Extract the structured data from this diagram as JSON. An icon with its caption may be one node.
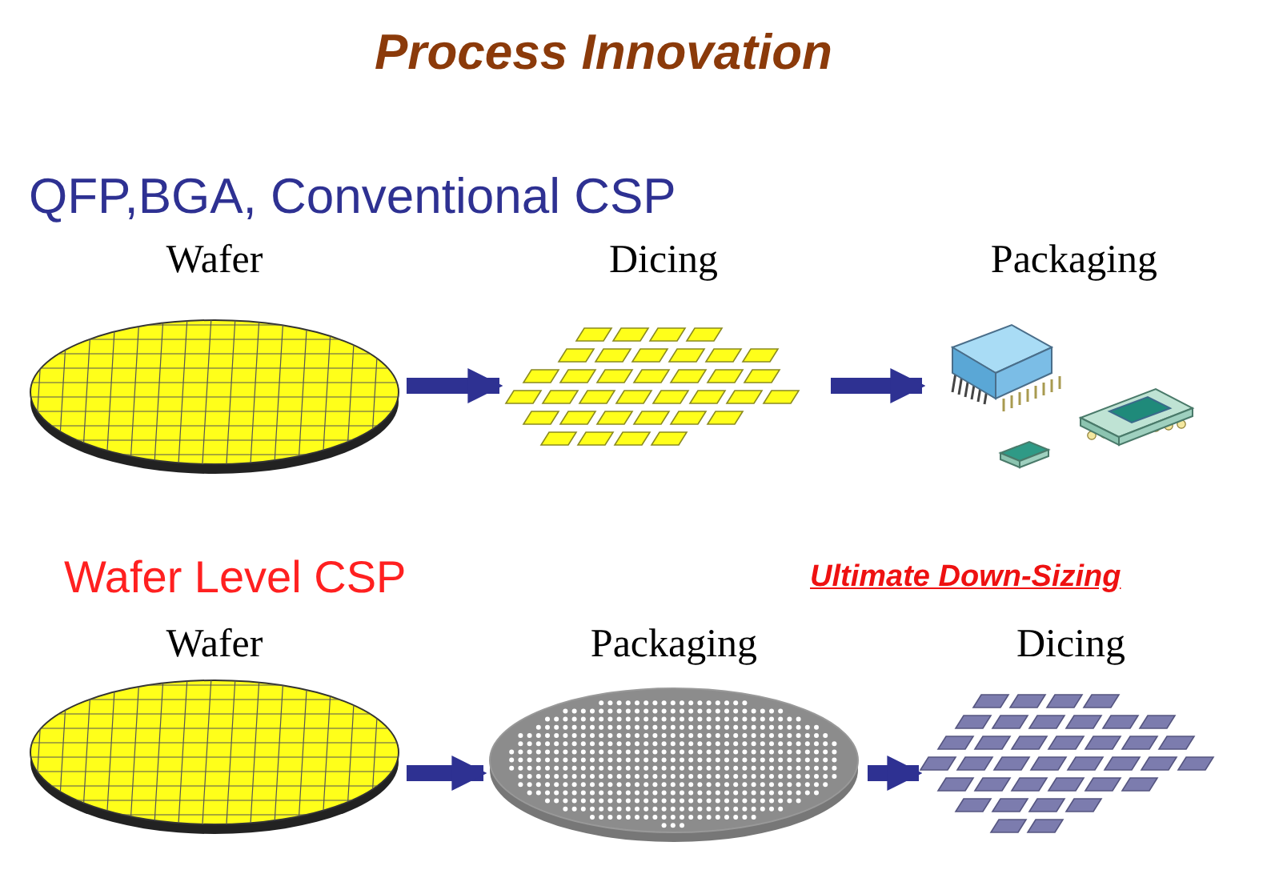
{
  "diagram": {
    "title": "Process Innovation",
    "nodes": [
      {
        "text": [
          "Wafer"
        ]
      },
      {
        "text": [
          "Dicing"
        ]
      },
      {
        "text": [
          "Packaging"
        ]
      },
      {
        "text": [
          "Wafer"
        ]
      },
      {
        "text": [
          "Packaging"
        ]
      },
      {
        "text": [
          "Dicing"
        ]
      }
    ],
    "edges": [
      {
        "from": 0,
        "to": 1,
        "arrow": "to"
      },
      {
        "from": 1,
        "to": 2,
        "arrow": "to"
      },
      {
        "from": 3,
        "to": 4,
        "arrow": "to"
      },
      {
        "from": 4,
        "to": 5,
        "arrow": "to"
      }
    ],
    "labels": [
      "QFP,BGA, Conventional CSP",
      "Wafer Level CSP",
      "Ultimate Down-Sizing"
    ]
  }
}
